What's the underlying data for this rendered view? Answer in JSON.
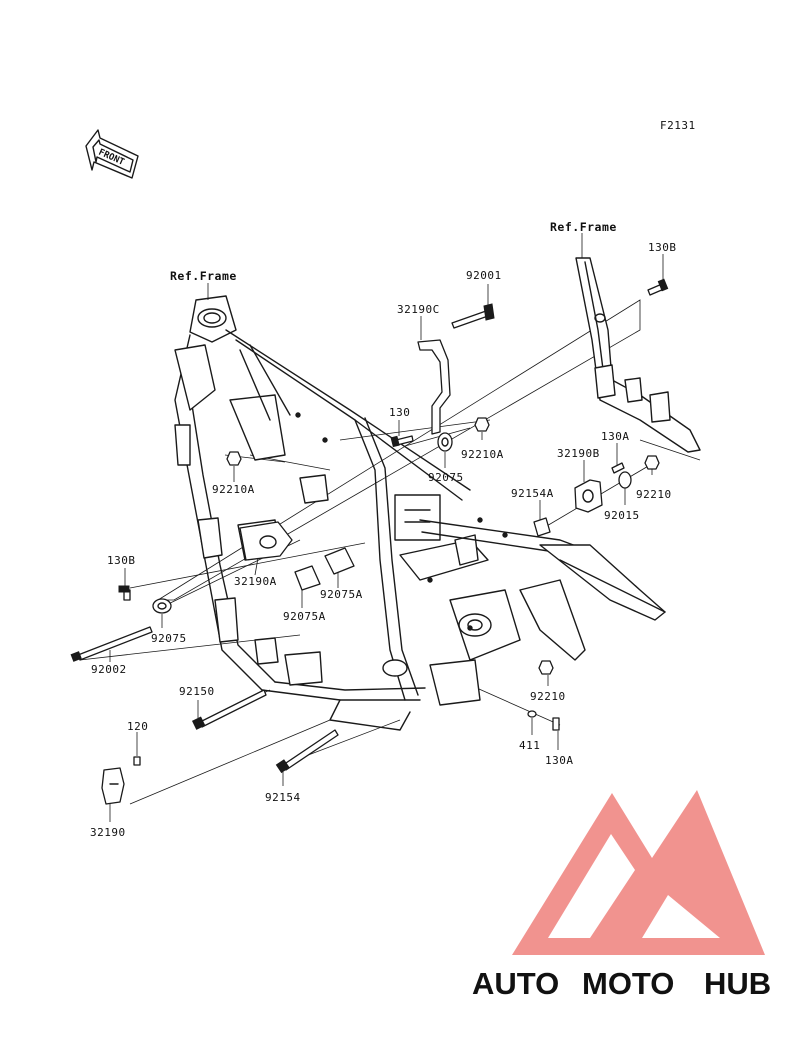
{
  "diagram": {
    "figure_code": "F2131",
    "front_label": "FRONT",
    "ref_frame_left": "Ref.Frame",
    "ref_frame_right": "Ref.Frame"
  },
  "parts": {
    "p92001": "92001",
    "p32190C": "32190C",
    "p130B_top": "130B",
    "p130": "130",
    "p92210A_right": "92210A",
    "p92075_upper": "92075",
    "p130A_right": "130A",
    "p32190B": "32190B",
    "p92210_right": "92210",
    "p92154A": "92154A",
    "p92015": "92015",
    "p92210A_left": "92210A",
    "p130B_left": "130B",
    "p32190A": "32190A",
    "p92075A_a": "92075A",
    "p92075A_b": "92075A",
    "p92075_lower": "92075",
    "p92002": "92002",
    "p92150": "92150",
    "p92210_lower": "92210",
    "p120": "120",
    "p411": "411",
    "p130A_lower": "130A",
    "p92154": "92154",
    "p32190": "32190"
  },
  "watermark": {
    "word_auto": "AUTO",
    "word_moto": "MOTO",
    "word_hub": "HUB",
    "color_auto": "#f5b65a",
    "color_moto": "#ef8c8c",
    "color_hub": "#7a7a7a",
    "color_logo": "#f08a86"
  }
}
